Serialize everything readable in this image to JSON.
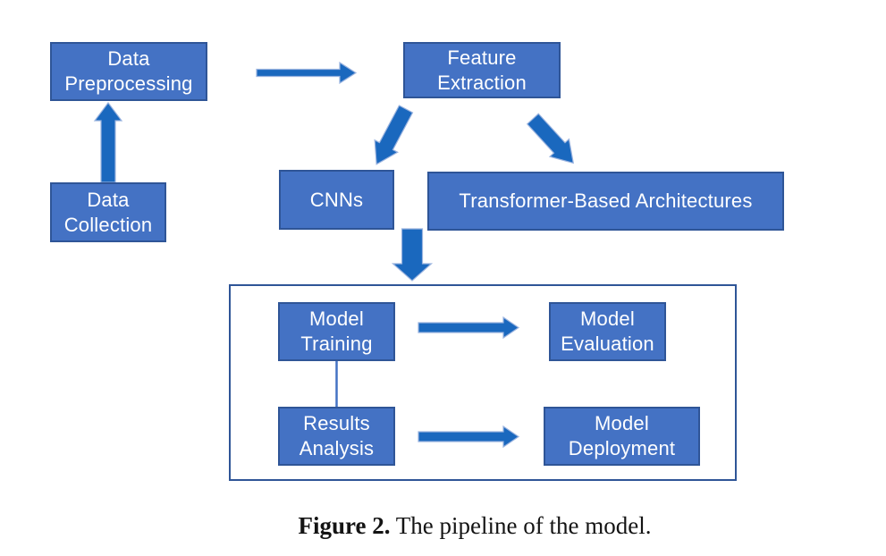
{
  "figure": {
    "caption_bold": "Figure 2.",
    "caption_rest": " The pipeline of the model."
  },
  "diagram": {
    "colors": {
      "node_fill": "#4472C4",
      "node_border": "#2F5597",
      "arrow_fill": "#1A68BE",
      "arrow_outline": "#9AB3DF",
      "container_border": "#2F5597",
      "connector": "#4472C4",
      "text_color": "#FFFFFF"
    },
    "nodes": {
      "data_preprocessing": "Data\nPreprocessing",
      "data_collection": "Data\nCollection",
      "feature_extraction": "Feature\nExtraction",
      "cnns": "CNNs",
      "transformer_based_architectures": "Transformer-Based Architectures",
      "model_training": "Model\nTraining",
      "model_evaluation": "Model\nEvaluation",
      "results_analysis": "Results\nAnalysis",
      "model_deployment": "Model\nDeployment"
    }
  }
}
